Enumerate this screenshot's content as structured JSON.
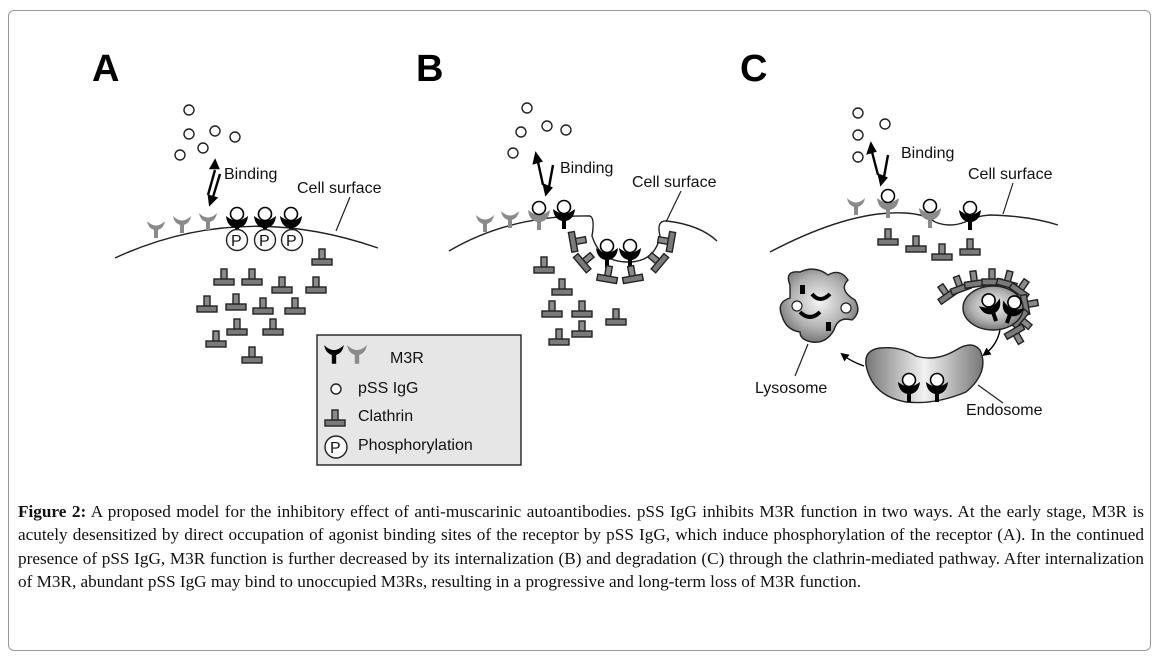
{
  "figure": {
    "panels": [
      {
        "letter": "A",
        "binding_label": "Binding",
        "surface_label": "Cell surface"
      },
      {
        "letter": "B",
        "binding_label": "Binding",
        "surface_label": "Cell surface"
      },
      {
        "letter": "C",
        "binding_label": "Binding",
        "surface_label": "Cell surface",
        "lysosome_label": "Lysosome",
        "endosome_label": "Endosome"
      }
    ],
    "phospho_symbol": "P",
    "legend": {
      "items": [
        {
          "icon": "m3r-receptor-icon",
          "label": "M3R"
        },
        {
          "icon": "igg-circle-icon",
          "label": "pSS IgG"
        },
        {
          "icon": "clathrin-icon",
          "label": "Clathrin"
        },
        {
          "icon": "phosphorylation-icon",
          "label": "Phosphorylation"
        }
      ]
    },
    "colors": {
      "receptor_dark": "#000000",
      "receptor_grey": "#8a8a8a",
      "clathrin": "#6e6e6e",
      "legend_bg": "#e6e6e6"
    }
  },
  "caption": {
    "label": "Figure 2:",
    "text": " A proposed model for the inhibitory effect of anti-muscarinic autoantibodies. pSS IgG inhibits M3R function in two ways. At the early stage, M3R is acutely desensitized by direct occupation of agonist binding sites of the receptor by pSS IgG, which induce phosphorylation of the receptor (A). In the continued presence of pSS IgG, M3R function is further decreased by its internalization (B) and degradation (C) through the clathrin-mediated pathway. After internalization of M3R, abundant pSS IgG may bind to unoccupied M3Rs, resulting in a progressive and long-term loss of M3R function."
  }
}
